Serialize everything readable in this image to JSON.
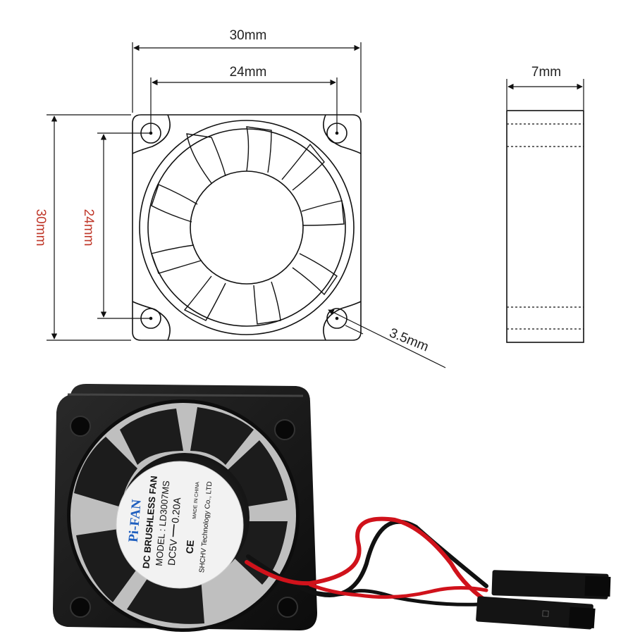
{
  "drawing": {
    "front_view": {
      "width_outer": "30mm",
      "width_holes": "24mm",
      "height_outer": "30mm",
      "height_holes": "24mm",
      "hole_diameter": "3.5mm"
    },
    "side_view": {
      "thickness": "7mm"
    }
  },
  "photo": {
    "label": {
      "brand": "Pi-FAN",
      "line1": "DC BRUSHLESS FAN",
      "line2": "MODEL : LD3007MS",
      "line3_voltage": "DC5V",
      "line3_current": "0.20A",
      "ce_mark": "CE",
      "made_in": "MADE IN CHINA",
      "manufacturer": "SHCHV Technology Co., LTD"
    },
    "colors": {
      "fan_body": "#1a1a1a",
      "label_bg": "#f2f2f2",
      "brand_text": "#1f5fbf",
      "wire_red": "#d0121b",
      "wire_black": "#111111"
    }
  }
}
